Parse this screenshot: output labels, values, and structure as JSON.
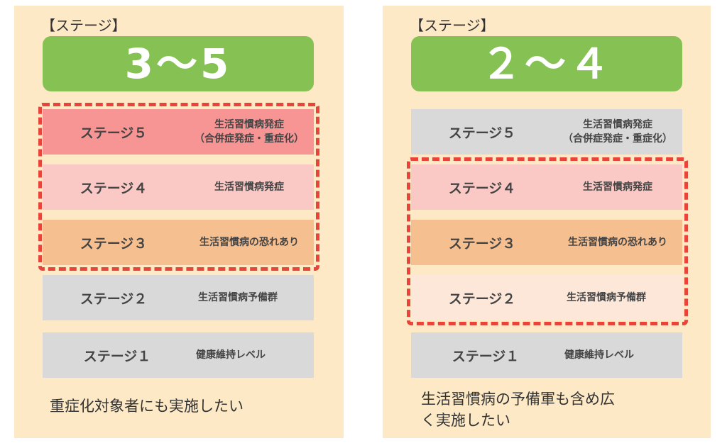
{
  "left": {
    "header": "【ステージ】",
    "range": "3～5",
    "stages": [
      {
        "name": "ステージ５",
        "desc1": "生活習慣病発症",
        "desc2": "（合併症発症・重症化）"
      },
      {
        "name": "ステージ４",
        "desc1": "生活習慣病発症"
      },
      {
        "name": "ステージ３",
        "desc1": "生活習慣病の恐れあり"
      },
      {
        "name": "ステージ２",
        "desc1": "生活習慣病予備群"
      },
      {
        "name": "ステージ１",
        "desc1": "健康維持レベル"
      }
    ],
    "note": "重症化対象者にも実施したい"
  },
  "right": {
    "header": "【ステージ】",
    "range": "２～４",
    "stages": [
      {
        "name": "ステージ５",
        "desc1": "生活習慣病発症",
        "desc2": "（合併症発症・重症化）"
      },
      {
        "name": "ステージ４",
        "desc1": "生活習慣病発症"
      },
      {
        "name": "ステージ３",
        "desc1": "生活習慣病の恐れあり"
      },
      {
        "name": "ステージ２",
        "desc1": "生活習慣病予備群"
      },
      {
        "name": "ステージ１",
        "desc1": "健康維持レベル"
      }
    ],
    "note_line1": "生活習慣病の予備軍も含め広",
    "note_line2": "く実施したい"
  },
  "colors": {
    "panel_bg": "#fde9c6",
    "range_green": "#86c153",
    "stage5_red": "#f79494",
    "stage4_pink": "#fbc9c5",
    "stage3_orange": "#f6bf8f",
    "stage2_peach": "#fde7d9",
    "inactive_gray": "#d9d9d9",
    "highlight_dash": "#e8443a"
  }
}
